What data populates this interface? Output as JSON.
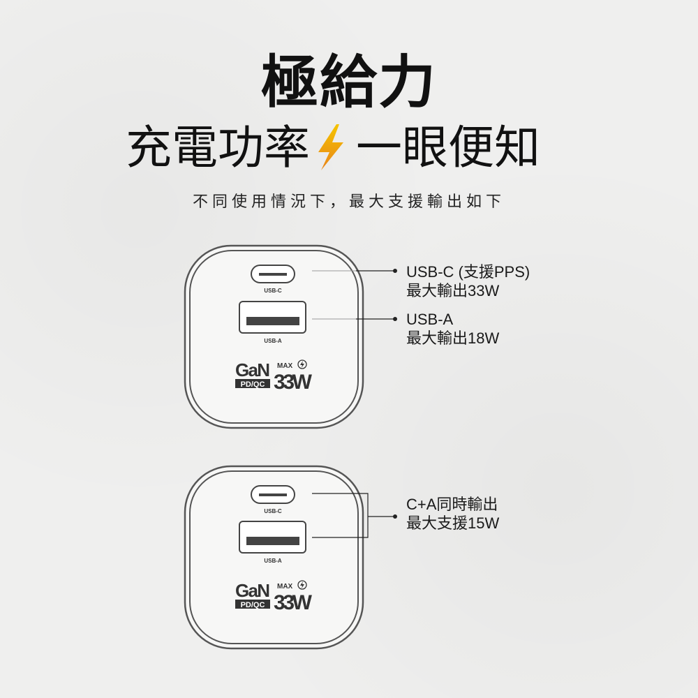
{
  "headline": "極給力",
  "subheadline_left": "充電功率",
  "subheadline_right": "一眼便知",
  "bolt_icon": "lightning-bolt-icon",
  "description": "不同使用情況下，最大支援輸出如下",
  "charger_labels": {
    "usb_c": "USB-C",
    "usb_a": "USB-A",
    "gan": "GaN",
    "pd_qc": "PD/QC",
    "max": "MAX",
    "watt": "33W"
  },
  "callouts": {
    "usb_c": {
      "line1": "USB-C (支援PPS)",
      "line2": "最大輸出33W"
    },
    "usb_a": {
      "line1": "USB-A",
      "line2": "最大輸出18W"
    },
    "combined": {
      "line1": "C+A同時輸出",
      "line2": "最大支援15W"
    }
  },
  "colors": {
    "bolt_top": "#f5c400",
    "bolt_bottom": "#e8841a",
    "outline": "#555555"
  }
}
